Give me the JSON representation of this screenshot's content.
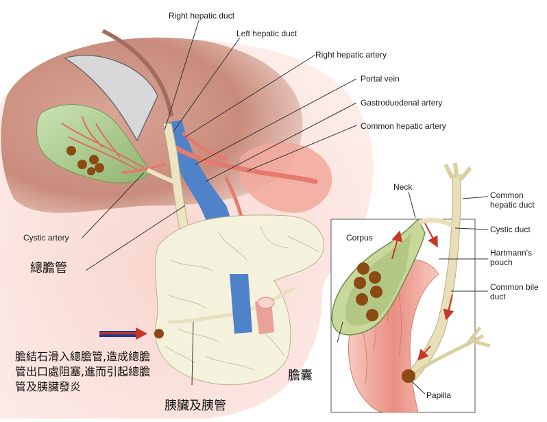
{
  "labels": {
    "right_hepatic_duct": "Right hepatic duct",
    "left_hepatic_duct": "Left hepatic duct",
    "right_hepatic_artery": "Right hepatic artery",
    "portal_vein": "Portal vein",
    "gastroduodenal_artery": "Gastroduodenal artery",
    "common_hepatic_artery": "Common hepatic artery",
    "cystic_artery": "Cystic artery",
    "common_bile_duct_zh": "總膽管",
    "stone_note_zh": "膽結石滑入總膽管,造成總膽管出口處阻塞,進而引起總膽管及胰臟發炎",
    "pancreas_zh": "胰臟及胰管"
  },
  "inset": {
    "neck": "Neck",
    "common_hepatic_duct": "Common hepatic duct",
    "cystic_duct": "Cystic duct",
    "corpus": "Corpus",
    "hartmanns_pouch": "Hartmann's pouch",
    "common_bile_duct": "Common bile duct",
    "gallbladder_zh": "膽囊",
    "papilla": "Papilla"
  },
  "colors": {
    "liver": "#c98c7c",
    "gallbladder": "#a9d39a",
    "duct": "#e9e0bd",
    "portal_vein": "#4f82c9",
    "artery": "#e57a6e",
    "pancreas": "#f3f0dc",
    "stone": "#8a4a12",
    "arrow_blue": "#1f3b8a",
    "arrow_red": "#c8352a"
  }
}
